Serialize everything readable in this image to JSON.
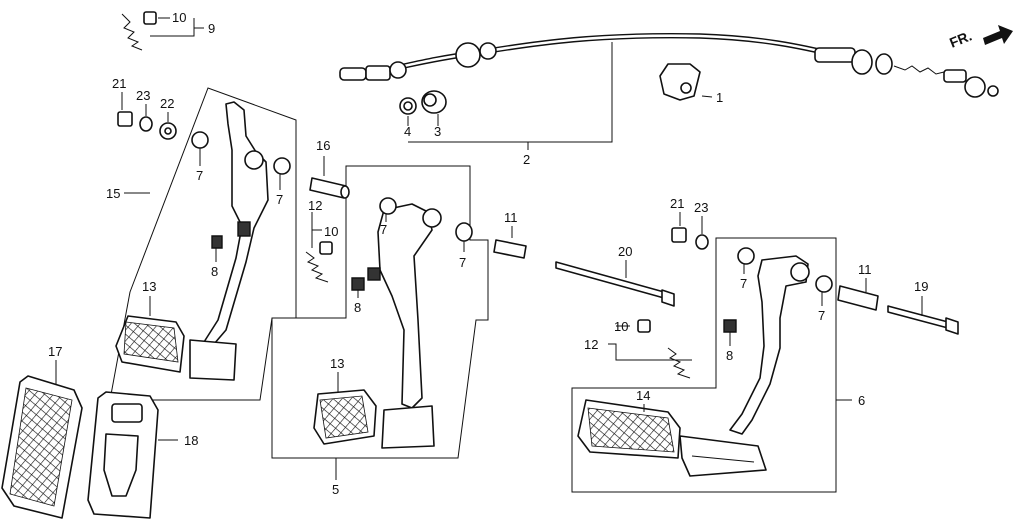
{
  "diagram": {
    "direction_label": "FR.",
    "callouts": [
      {
        "id": "c1",
        "text": "1"
      },
      {
        "id": "c2",
        "text": "2"
      },
      {
        "id": "c3",
        "text": "3"
      },
      {
        "id": "c4",
        "text": "4"
      },
      {
        "id": "c5",
        "text": "5"
      },
      {
        "id": "c6",
        "text": "6"
      },
      {
        "id": "c7a",
        "text": "7"
      },
      {
        "id": "c7b",
        "text": "7"
      },
      {
        "id": "c7c",
        "text": "7"
      },
      {
        "id": "c7d",
        "text": "7"
      },
      {
        "id": "c7e",
        "text": "7"
      },
      {
        "id": "c7f",
        "text": "7"
      },
      {
        "id": "c8a",
        "text": "8"
      },
      {
        "id": "c8b",
        "text": "8"
      },
      {
        "id": "c8c",
        "text": "8"
      },
      {
        "id": "c9",
        "text": "9"
      },
      {
        "id": "c10a",
        "text": "10"
      },
      {
        "id": "c10b",
        "text": "10"
      },
      {
        "id": "c10c",
        "text": "10"
      },
      {
        "id": "c11a",
        "text": "11"
      },
      {
        "id": "c11b",
        "text": "11"
      },
      {
        "id": "c12a",
        "text": "12"
      },
      {
        "id": "c12b",
        "text": "12"
      },
      {
        "id": "c13a",
        "text": "13"
      },
      {
        "id": "c13b",
        "text": "13"
      },
      {
        "id": "c14",
        "text": "14"
      },
      {
        "id": "c15",
        "text": "15"
      },
      {
        "id": "c16",
        "text": "16"
      },
      {
        "id": "c17",
        "text": "17"
      },
      {
        "id": "c18",
        "text": "18"
      },
      {
        "id": "c19",
        "text": "19"
      },
      {
        "id": "c20",
        "text": "20"
      },
      {
        "id": "c21a",
        "text": "21"
      },
      {
        "id": "c21b",
        "text": "21"
      },
      {
        "id": "c22",
        "text": "22"
      },
      {
        "id": "c23a",
        "text": "23"
      },
      {
        "id": "c23b",
        "text": "23"
      }
    ]
  }
}
